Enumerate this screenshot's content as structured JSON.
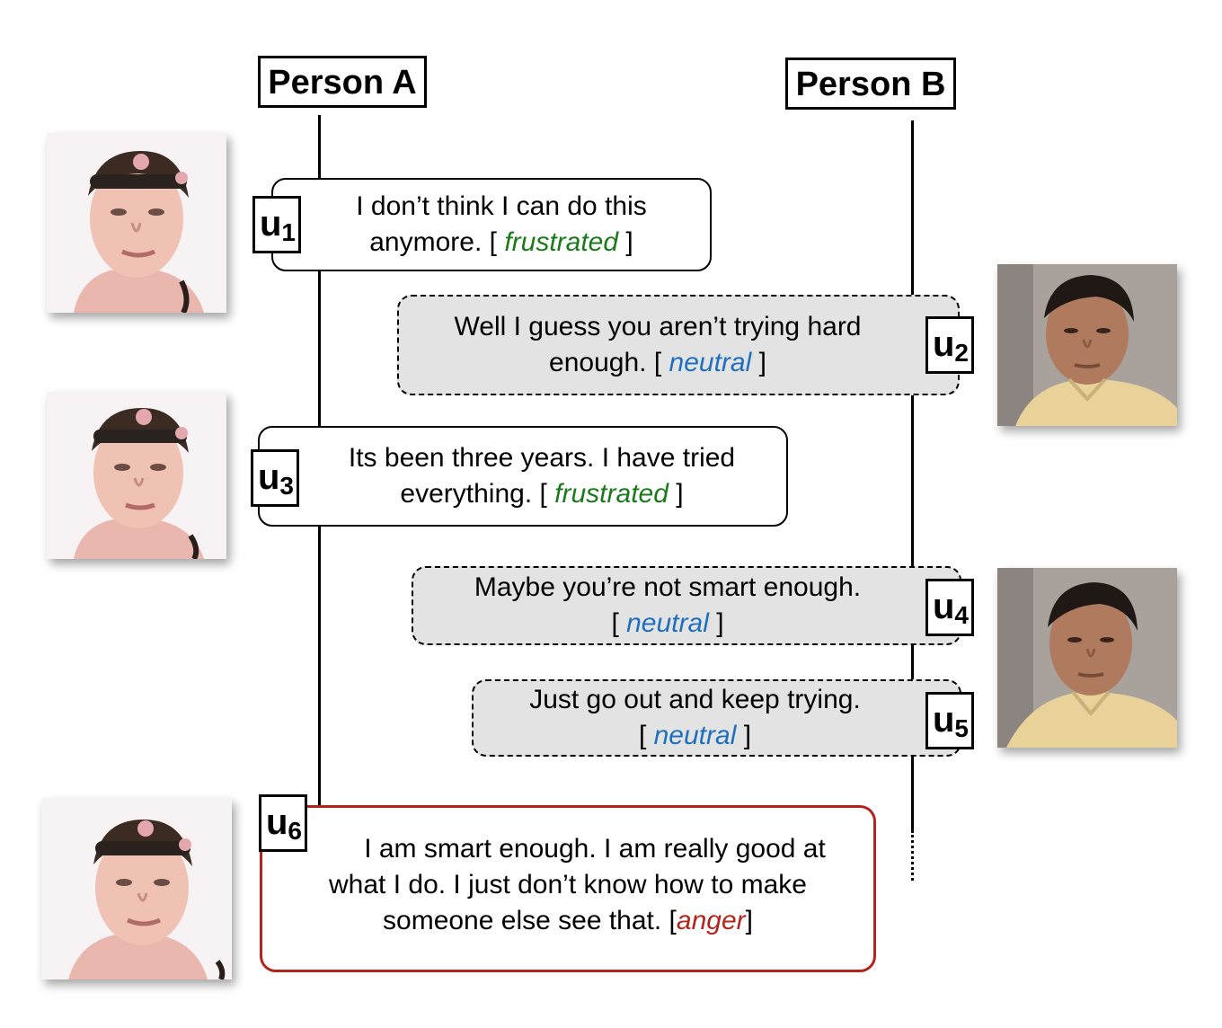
{
  "speakers": {
    "a": "Person A",
    "b": "Person B"
  },
  "utterances": [
    {
      "tag": "u",
      "num": "1",
      "lines": [
        "I don’t think I can do this",
        "anymore. ["
      ],
      "emotion": "frustrated",
      "close": "]"
    },
    {
      "tag": "u",
      "num": "2",
      "lines": [
        "Well I guess you aren’t trying hard",
        "enough. ["
      ],
      "emotion": "neutral",
      "close": "]"
    },
    {
      "tag": "u",
      "num": "3",
      "lines": [
        "Its been three years. I have tried",
        "everything. ["
      ],
      "emotion": "frustrated",
      "close": "]"
    },
    {
      "tag": "u",
      "num": "4",
      "lines": [
        "Maybe you’re not smart enough.",
        "["
      ],
      "emotion": "neutral",
      "close": "]"
    },
    {
      "tag": "u",
      "num": "5",
      "lines": [
        "Just go out and keep trying.",
        "["
      ],
      "emotion": "neutral",
      "close": "]"
    },
    {
      "tag": "u",
      "num": "6",
      "lines": [
        "I am smart enough. I am really good at",
        "what I do. I just don’t know how to make",
        "someone else see that. ["
      ],
      "emotion": "anger",
      "close": "]"
    }
  ],
  "colors": {
    "frustrated": "#1a7a1a",
    "neutral": "#1f6fbf",
    "anger": "#b3251b",
    "bubble_b_fill": "#e3e3e3",
    "anger_border": "#b3251b"
  },
  "faces": {
    "a": "woman-face-photo",
    "b": "man-face-photo"
  }
}
